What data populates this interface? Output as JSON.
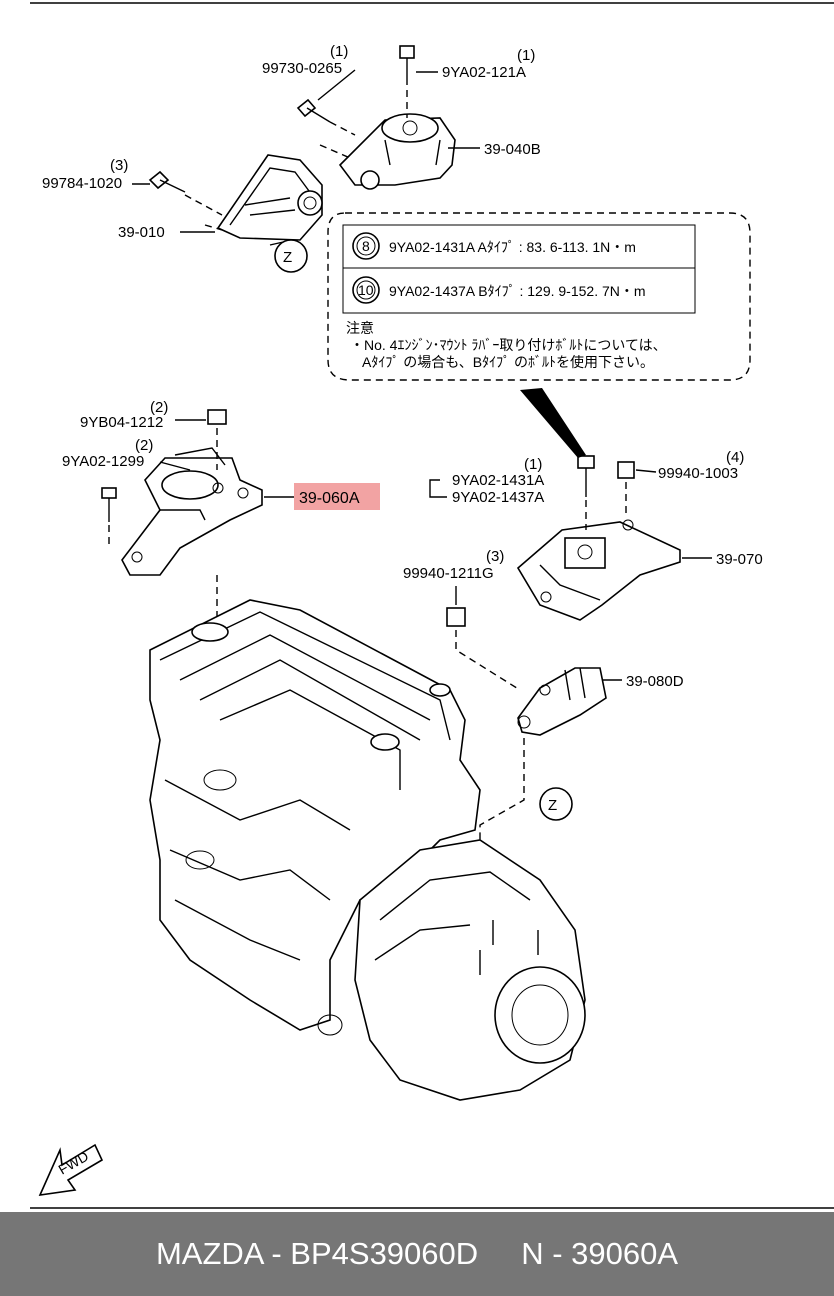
{
  "callouts": {
    "c1": "99730-0265",
    "c1_qty": "(1)",
    "c2": "9YA02-121A",
    "c2_qty": "(1)",
    "c3": "39-040B",
    "c4": "99784-1020",
    "c4_qty": "(3)",
    "c5": "39-010",
    "c6": "9YB04-1212",
    "c6_qty": "(2)",
    "c7": "9YA02-1299",
    "c7_qty": "(2)",
    "c8": "39-060A",
    "c9": "9YA02-1431A",
    "c9_qty": "(1)",
    "c10": "9YA02-1437A",
    "c11": "99940-1003",
    "c11_qty": "(4)",
    "c12": "39-070",
    "c13": "99940-1211G",
    "c13_qty": "(3)",
    "c14": "39-080D",
    "z1": "Z",
    "z2": "Z",
    "fwd": "FWD"
  },
  "note_box": {
    "row1_circle": "8",
    "row1_text": "9YA02-1431A Aﾀｲﾌﾟ : 83. 6-113. 1N・m",
    "row2_circle": "10",
    "row2_text": "9YA02-1437A Bﾀｲﾌﾟ : 129. 9-152. 7N・m",
    "note_title": "注意",
    "note_line1": "・No. 4ｴﾝｼﾞﾝ･ﾏｳﾝﾄ ﾗﾊﾞｰ取り付けﾎﾞﾙﾄについては、",
    "note_line2": "Aﾀｲﾌﾟ の場合も、Bﾀｲﾌﾟ のﾎﾞﾙﾄを使用下さい。"
  },
  "colors": {
    "highlight": "#f2a3a3",
    "footer_bg": "#767676",
    "footer_text": "#ffffff"
  },
  "footer": {
    "text": "MAZDA - BP4S39060D     N - 39060A"
  }
}
